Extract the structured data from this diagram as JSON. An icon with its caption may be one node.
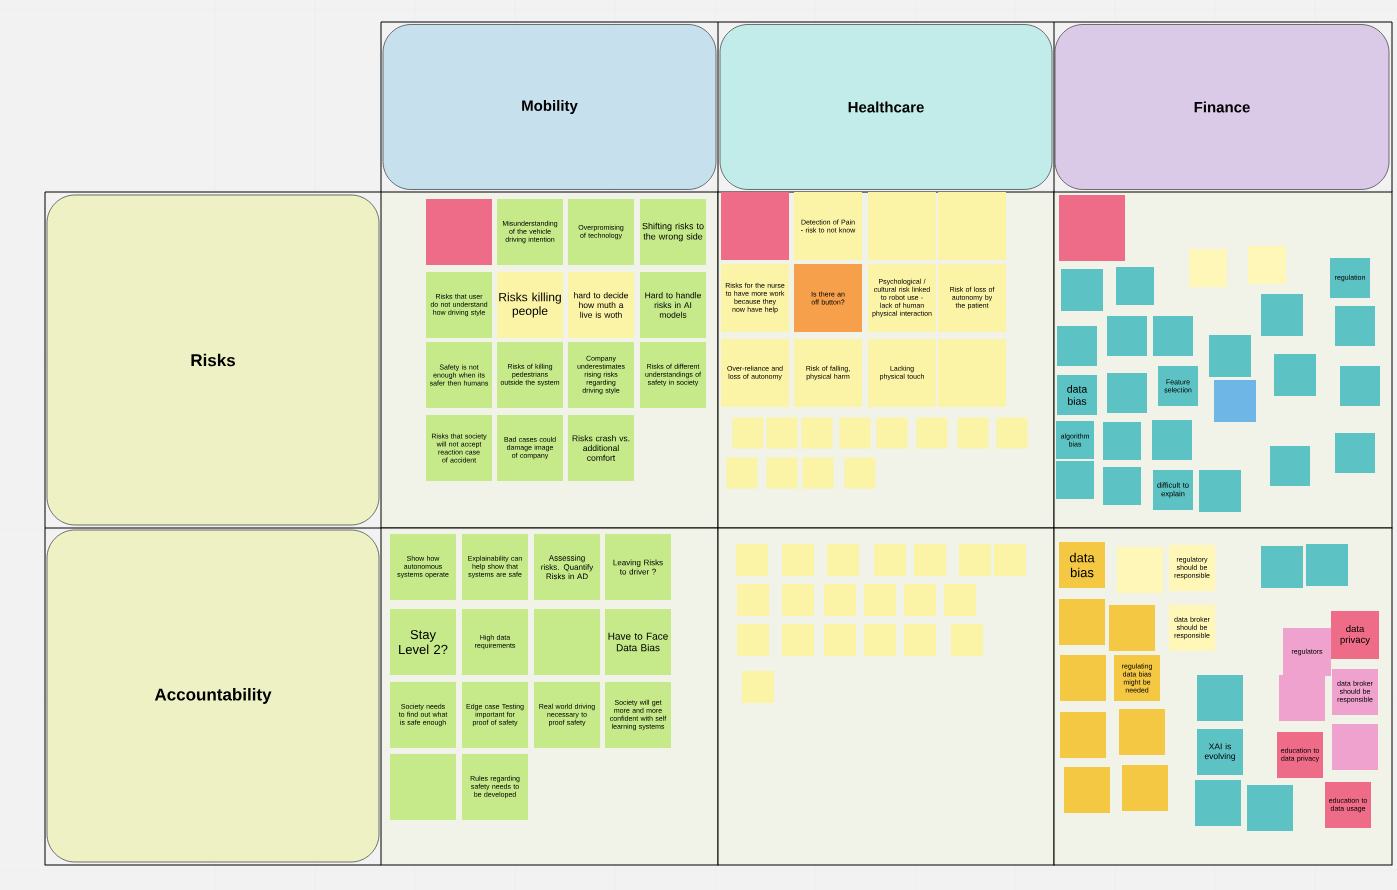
{
  "diagram": {
    "nodes": [
      {
        "text": [
          "Mobility"
        ]
      },
      {
        "text": [
          "Healthcare"
        ]
      },
      {
        "text": [
          "Finance"
        ]
      },
      {
        "text": [
          "Risks"
        ]
      },
      {
        "text": [],
        "shape": "box"
      },
      {
        "text": [],
        "shape": "box"
      },
      {
        "text": [],
        "shape": "box"
      },
      {
        "text": [
          "Accountability"
        ]
      },
      {
        "text": [],
        "shape": "box"
      },
      {
        "text": [],
        "shape": "box"
      },
      {
        "text": [],
        "shape": "box"
      },
      {
        "text": [],
        "shape": "box",
        "in": 4
      },
      {
        "text": [
          "Misunderstanding of the vehicle driving intention"
        ],
        "in": 4
      },
      {
        "text": [
          "Overpromising of technology"
        ],
        "in": 4
      },
      {
        "text": [
          "Shifting risks to the wrong side"
        ],
        "in": 4
      },
      {
        "text": [
          "Risks that user do not understand how driving style"
        ],
        "in": 4
      },
      {
        "text": [
          "Risks killing people"
        ],
        "in": 4
      },
      {
        "text": [
          "hard to decide how muth a live is woth"
        ],
        "in": 4
      },
      {
        "text": [
          "Hard to handle risks in AI models"
        ],
        "in": 4
      },
      {
        "text": [
          "Safety is not enough when its safer then humans"
        ],
        "in": 4
      },
      {
        "text": [
          "Risks of killing pedestrians outside the system"
        ],
        "in": 4
      },
      {
        "text": [
          "Company underestimates rising risks regarding driving style"
        ],
        "in": 4
      },
      {
        "text": [
          "Risks of different understandings of safety in society"
        ],
        "in": 4
      },
      {
        "text": [
          "Risks that society will not accept reaction case of accident"
        ],
        "in": 4
      },
      {
        "text": [
          "Bad cases could damage image of company"
        ],
        "in": 4
      },
      {
        "text": [
          "Risks crash vs. additional comfort"
        ],
        "in": 4
      },
      {
        "text": [],
        "shape": "box",
        "in": 5
      },
      {
        "text": [
          "Detection of Pain - risk to not know"
        ],
        "in": 5
      },
      {
        "text": [],
        "shape": "box",
        "in": 5
      },
      {
        "text": [],
        "shape": "box",
        "in": 5
      },
      {
        "text": [
          "Risks for the nurse to have more work because they now have help"
        ],
        "in": 5
      },
      {
        "text": [
          "Is there an off button?"
        ],
        "in": 5
      },
      {
        "text": [
          "Psychological / cultural risk linked to robot use - lack of human physical interaction"
        ],
        "in": 5
      },
      {
        "text": [
          "Risk of loss of autonomy by the patient"
        ],
        "in": 5
      },
      {
        "text": [
          "Over-reliance and loss of autonomy"
        ],
        "in": 5
      },
      {
        "text": [
          "Risk of falling, physical harm"
        ],
        "in": 5
      },
      {
        "text": [
          "Lacking physical touch"
        ],
        "in": 5
      },
      {
        "text": [],
        "shape": "box",
        "in": 5
      },
      {
        "text": [],
        "shape": "box",
        "in": 5
      },
      {
        "text": [],
        "shape": "box",
        "in": 5
      },
      {
        "text": [],
        "shape": "box",
        "in": 5
      },
      {
        "text": [],
        "shape": "box",
        "in": 5
      },
      {
        "text": [],
        "shape": "box",
        "in": 5
      },
      {
        "text": [],
        "shape": "box",
        "in": 5
      },
      {
        "text": [],
        "shape": "box",
        "in": 5
      },
      {
        "text": [],
        "shape": "box",
        "in": 5
      },
      {
        "text": [],
        "shape": "box",
        "in": 5
      },
      {
        "text": [],
        "shape": "box",
        "in": 5
      },
      {
        "text": [],
        "shape": "box",
        "in": 5
      },
      {
        "text": [],
        "shape": "box",
        "in": 5
      },
      {
        "text": [],
        "shape": "box",
        "in": 6
      },
      {
        "text": [],
        "shape": "box",
        "in": 6
      },
      {
        "text": [],
        "shape": "box",
        "in": 6
      },
      {
        "text": [],
        "shape": "box",
        "in": 6
      },
      {
        "text": [],
        "shape": "box",
        "in": 6
      },
      {
        "text": [
          "data bias"
        ],
        "in": 6
      },
      {
        "text": [
          "algorithm bias"
        ],
        "in": 6
      },
      {
        "text": [],
        "shape": "box",
        "in": 6
      },
      {
        "text": [],
        "shape": "box",
        "in": 6
      },
      {
        "text": [],
        "shape": "box",
        "in": 6
      },
      {
        "text": [],
        "shape": "box",
        "in": 6
      },
      {
        "text": [],
        "shape": "box",
        "in": 6
      },
      {
        "text": [],
        "shape": "box",
        "in": 6
      },
      {
        "text": [],
        "shape": "box",
        "in": 6
      },
      {
        "text": [
          "Feature selection"
        ],
        "in": 6
      },
      {
        "text": [],
        "shape": "box",
        "in": 6
      },
      {
        "text": [
          "difficult to explain"
        ],
        "in": 6
      },
      {
        "text": [],
        "shape": "box",
        "in": 6
      },
      {
        "text": [],
        "shape": "box",
        "in": 6
      },
      {
        "text": [],
        "shape": "box",
        "in": 6
      },
      {
        "text": [],
        "shape": "box",
        "in": 6
      },
      {
        "text": [],
        "shape": "box",
        "in": 6
      },
      {
        "text": [],
        "shape": "box",
        "in": 6
      },
      {
        "text": [
          "regulation"
        ],
        "in": 6
      },
      {
        "text": [],
        "shape": "box",
        "in": 6
      },
      {
        "text": [],
        "shape": "box",
        "in": 6
      },
      {
        "text": [],
        "shape": "box",
        "in": 6
      },
      {
        "text": [
          "Show how autonomous systems operate"
        ],
        "in": 8
      },
      {
        "text": [
          "Explainability can help show that systems are safe"
        ],
        "in": 8
      },
      {
        "text": [
          "Assessing risks. Quantify Risks in AD"
        ],
        "in": 8
      },
      {
        "text": [
          "Leaving Risks to driver ?"
        ],
        "in": 8
      },
      {
        "text": [
          "Stay Level 2?"
        ],
        "in": 8
      },
      {
        "text": [
          "High data requirements"
        ],
        "in": 8
      },
      {
        "text": [],
        "shape": "box",
        "in": 8
      },
      {
        "text": [
          "Have to Face Data Bias"
        ],
        "in": 8
      },
      {
        "text": [
          "Society needs to find out what is safe enough"
        ],
        "in": 8
      },
      {
        "text": [
          "Edge case Testing important for proof of safety"
        ],
        "in": 8
      },
      {
        "text": [
          "Real world driving necessary to proof safety"
        ],
        "in": 8
      },
      {
        "text": [
          "Society will get more and more confident with self learning systems"
        ],
        "in": 8
      },
      {
        "text": [],
        "shape": "box",
        "in": 8
      },
      {
        "text": [
          "Rules regarding safety needs to be developed"
        ],
        "in": 8
      },
      {
        "text": [],
        "shape": "box",
        "in": 9
      },
      {
        "text": [],
        "shape": "box",
        "in": 9
      },
      {
        "text": [],
        "shape": "box",
        "in": 9
      },
      {
        "text": [],
        "shape": "box",
        "in": 9
      },
      {
        "text": [],
        "shape": "box",
        "in": 9
      },
      {
        "text": [],
        "shape": "box",
        "in": 9
      },
      {
        "text": [],
        "shape": "box",
        "in": 9
      },
      {
        "text": [],
        "shape": "box",
        "in": 9
      },
      {
        "text": [],
        "shape": "box",
        "in": 9
      },
      {
        "text": [],
        "shape": "box",
        "in": 9
      },
      {
        "text": [],
        "shape": "box",
        "in": 9
      },
      {
        "text": [],
        "shape": "box",
        "in": 9
      },
      {
        "text": [],
        "shape": "box",
        "in": 9
      },
      {
        "text": [],
        "shape": "box",
        "in": 9
      },
      {
        "text": [],
        "shape": "box",
        "in": 9
      },
      {
        "text": [],
        "shape": "box",
        "in": 9
      },
      {
        "text": [],
        "shape": "box",
        "in": 9
      },
      {
        "text": [],
        "shape": "box",
        "in": 9
      },
      {
        "text": [],
        "shape": "box",
        "in": 9
      },
      {
        "text": [],
        "shape": "box",
        "in": 9
      },
      {
        "text": [
          "data bias"
        ],
        "in": 10
      },
      {
        "text": [],
        "shape": "box",
        "in": 10
      },
      {
        "text": [],
        "shape": "box",
        "in": 10
      },
      {
        "text": [],
        "shape": "box",
        "in": 10
      },
      {
        "text": [],
        "shape": "box",
        "in": 10
      },
      {
        "text": [],
        "shape": "box",
        "in": 10
      },
      {
        "text": [
          "regulating data bias might be needed"
        ],
        "in": 10
      },
      {
        "text": [],
        "shape": "box",
        "in": 10
      },
      {
        "text": [],
        "shape": "box",
        "in": 10
      },
      {
        "text": [],
        "shape": "box",
        "in": 10
      },
      {
        "text": [
          "regulatory should be responsible"
        ],
        "in": 10
      },
      {
        "text": [
          "data broker should be responsible"
        ],
        "in": 10
      },
      {
        "text": [],
        "shape": "box",
        "in": 10
      },
      {
        "text": [],
        "shape": "box",
        "in": 10
      },
      {
        "text": [],
        "shape": "box",
        "in": 10
      },
      {
        "text": [
          "XAI is evolving"
        ],
        "in": 10
      },
      {
        "text": [],
        "shape": "box",
        "in": 10
      },
      {
        "text": [],
        "shape": "box",
        "in": 10
      },
      {
        "text": [
          "regulators"
        ],
        "in": 10
      },
      {
        "text": [
          "data privacy"
        ],
        "in": 10
      },
      {
        "text": [],
        "shape": "box",
        "in": 10
      },
      {
        "text": [
          "data broker should be responsible"
        ],
        "in": 10
      },
      {
        "text": [
          "education to data privacy"
        ],
        "in": 10
      },
      {
        "text": [],
        "shape": "box",
        "in": 10
      },
      {
        "text": [
          "education to data usage"
        ],
        "in": 10
      }
    ]
  }
}
